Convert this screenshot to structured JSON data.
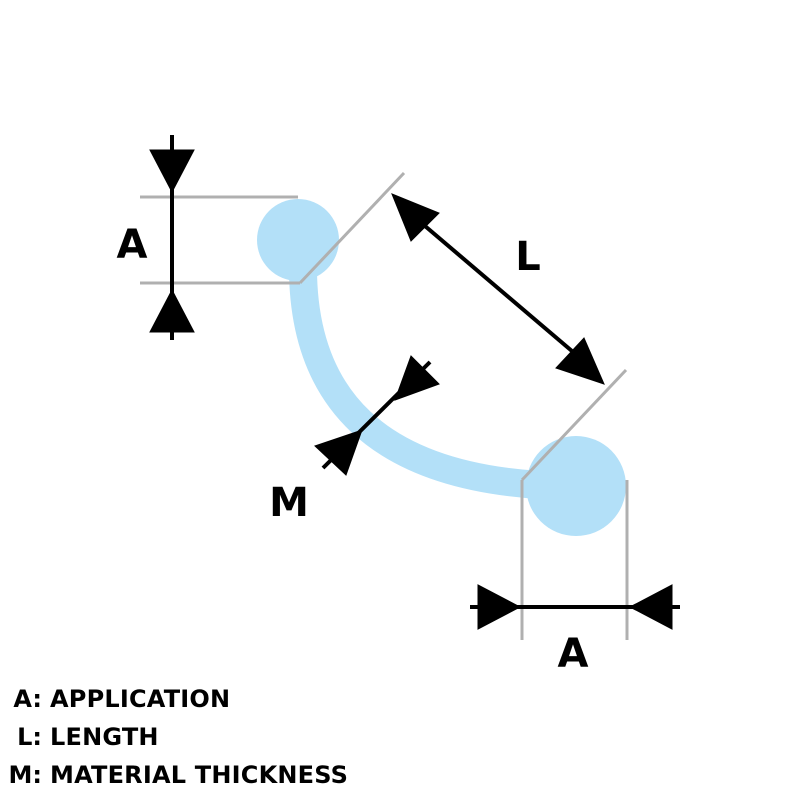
{
  "diagram": {
    "labels": {
      "a_left": "A",
      "l": "L",
      "m": "M",
      "a_bottom": "A"
    },
    "colors": {
      "stone": "#b3e0f8",
      "guide": "#b0b0b0",
      "arrow": "#000000"
    }
  },
  "legend": {
    "items": [
      {
        "key": "A:",
        "text": "APPLICATION"
      },
      {
        "key": "L:",
        "text": "LENGTH"
      },
      {
        "key": "M:",
        "text": "MATERIAL THICKNESS"
      }
    ]
  }
}
